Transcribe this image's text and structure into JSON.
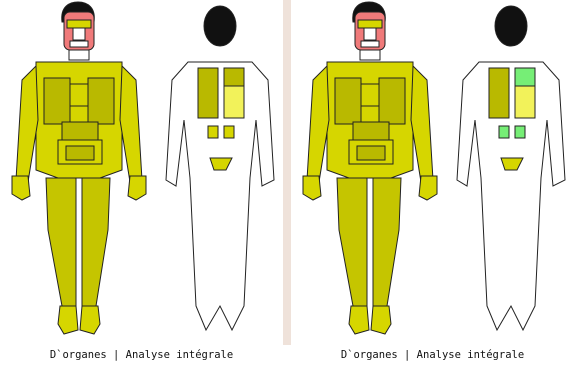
{
  "colors": {
    "yellow_main": "#d6d600",
    "yellow_dark": "#b9b900",
    "yellow_light": "#f2f25a",
    "green_organ": "#76ee76",
    "outline": "#222222",
    "divider": "#efe2da",
    "face_pink": "#f07a7a",
    "hair": "#111111"
  },
  "panels": [
    {
      "caption": "D`organes | Analyse intégrale",
      "back_organs": {
        "upper_left": "yellow_dark",
        "upper_right_top": "yellow_dark",
        "upper_right_bottom": "yellow_light",
        "lower_left": "yellow_dark",
        "lower_right": "yellow_dark",
        "kidneys": "yellow_main",
        "pelvis": "yellow_main"
      }
    },
    {
      "caption": "D`organes | Analyse intégrale",
      "back_organs": {
        "upper_left": "yellow_dark",
        "upper_right_top": "green_organ",
        "upper_right_bottom": "yellow_light",
        "lower_left": "yellow_light",
        "lower_right": "yellow_dark",
        "kidneys": "green_organ",
        "pelvis": "yellow_main"
      }
    }
  ]
}
